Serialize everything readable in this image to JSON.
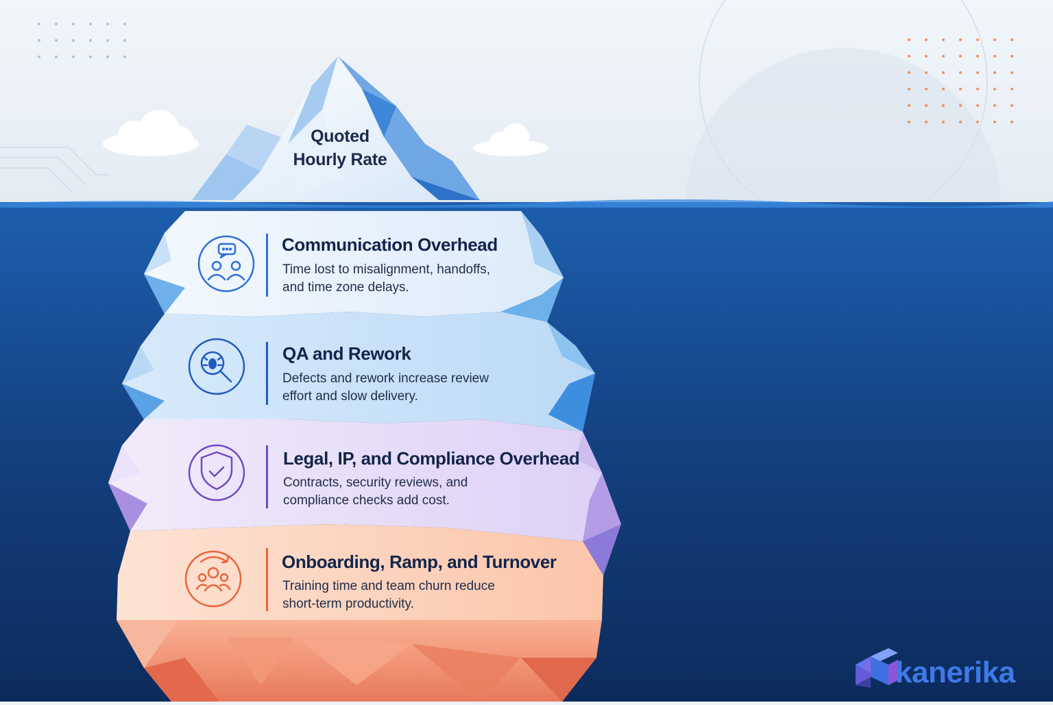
{
  "peak": {
    "line1": "Quoted",
    "line2": "Hourly Rate"
  },
  "layers": [
    {
      "title": "Communication Overhead",
      "desc_line1": "Time lost to misalignment, handoffs,",
      "desc_line2": "and time zone delays.",
      "icon": "chat-team-icon",
      "accent": "#2f6fd6"
    },
    {
      "title": "QA and Rework",
      "desc_line1": "Defects and rework increase review",
      "desc_line2": "effort and slow delivery.",
      "icon": "bug-search-icon",
      "accent": "#1f5bc4"
    },
    {
      "title": "Legal, IP, and Compliance Overhead",
      "desc_line1": "Contracts, security reviews, and",
      "desc_line2": "compliance checks add cost.",
      "icon": "shield-check-icon",
      "accent": "#7048c8"
    },
    {
      "title": "Onboarding, Ramp, and Turnover",
      "desc_line1": "Training time and team churn reduce",
      "desc_line2": "short-term productivity.",
      "icon": "team-cycle-icon",
      "accent": "#e8643a"
    }
  ],
  "brand": {
    "name": "kanerika",
    "color": "#3f79e8"
  }
}
